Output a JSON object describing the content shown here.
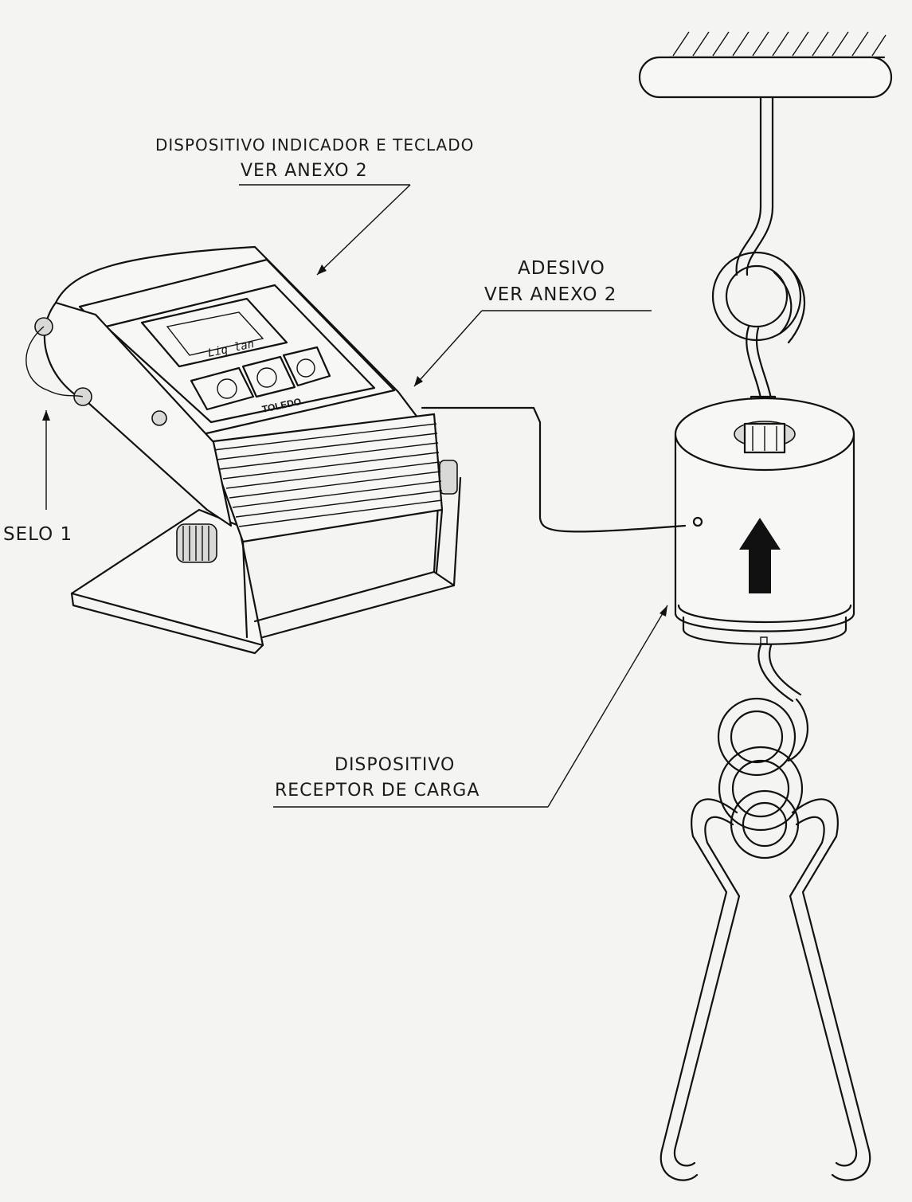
{
  "labels": {
    "indicator_line1": "DISPOSITIVO INDICADOR E TECLADO",
    "indicator_line2": "VER ANEXO 2",
    "adhesive_line1": "ADESIVO",
    "adhesive_line2": "VER ANEXO 2",
    "seal": "SELO 1",
    "receptor_line1": "DISPOSITIVO",
    "receptor_line2": "RECEPTOR DE CARGA"
  },
  "device": {
    "brand": "TOLEDO",
    "display_text": "Liq  lan"
  },
  "icons": [
    "up-arrow-icon"
  ],
  "colors": {
    "ink": "#111111",
    "paper": "#f4f4f2"
  }
}
